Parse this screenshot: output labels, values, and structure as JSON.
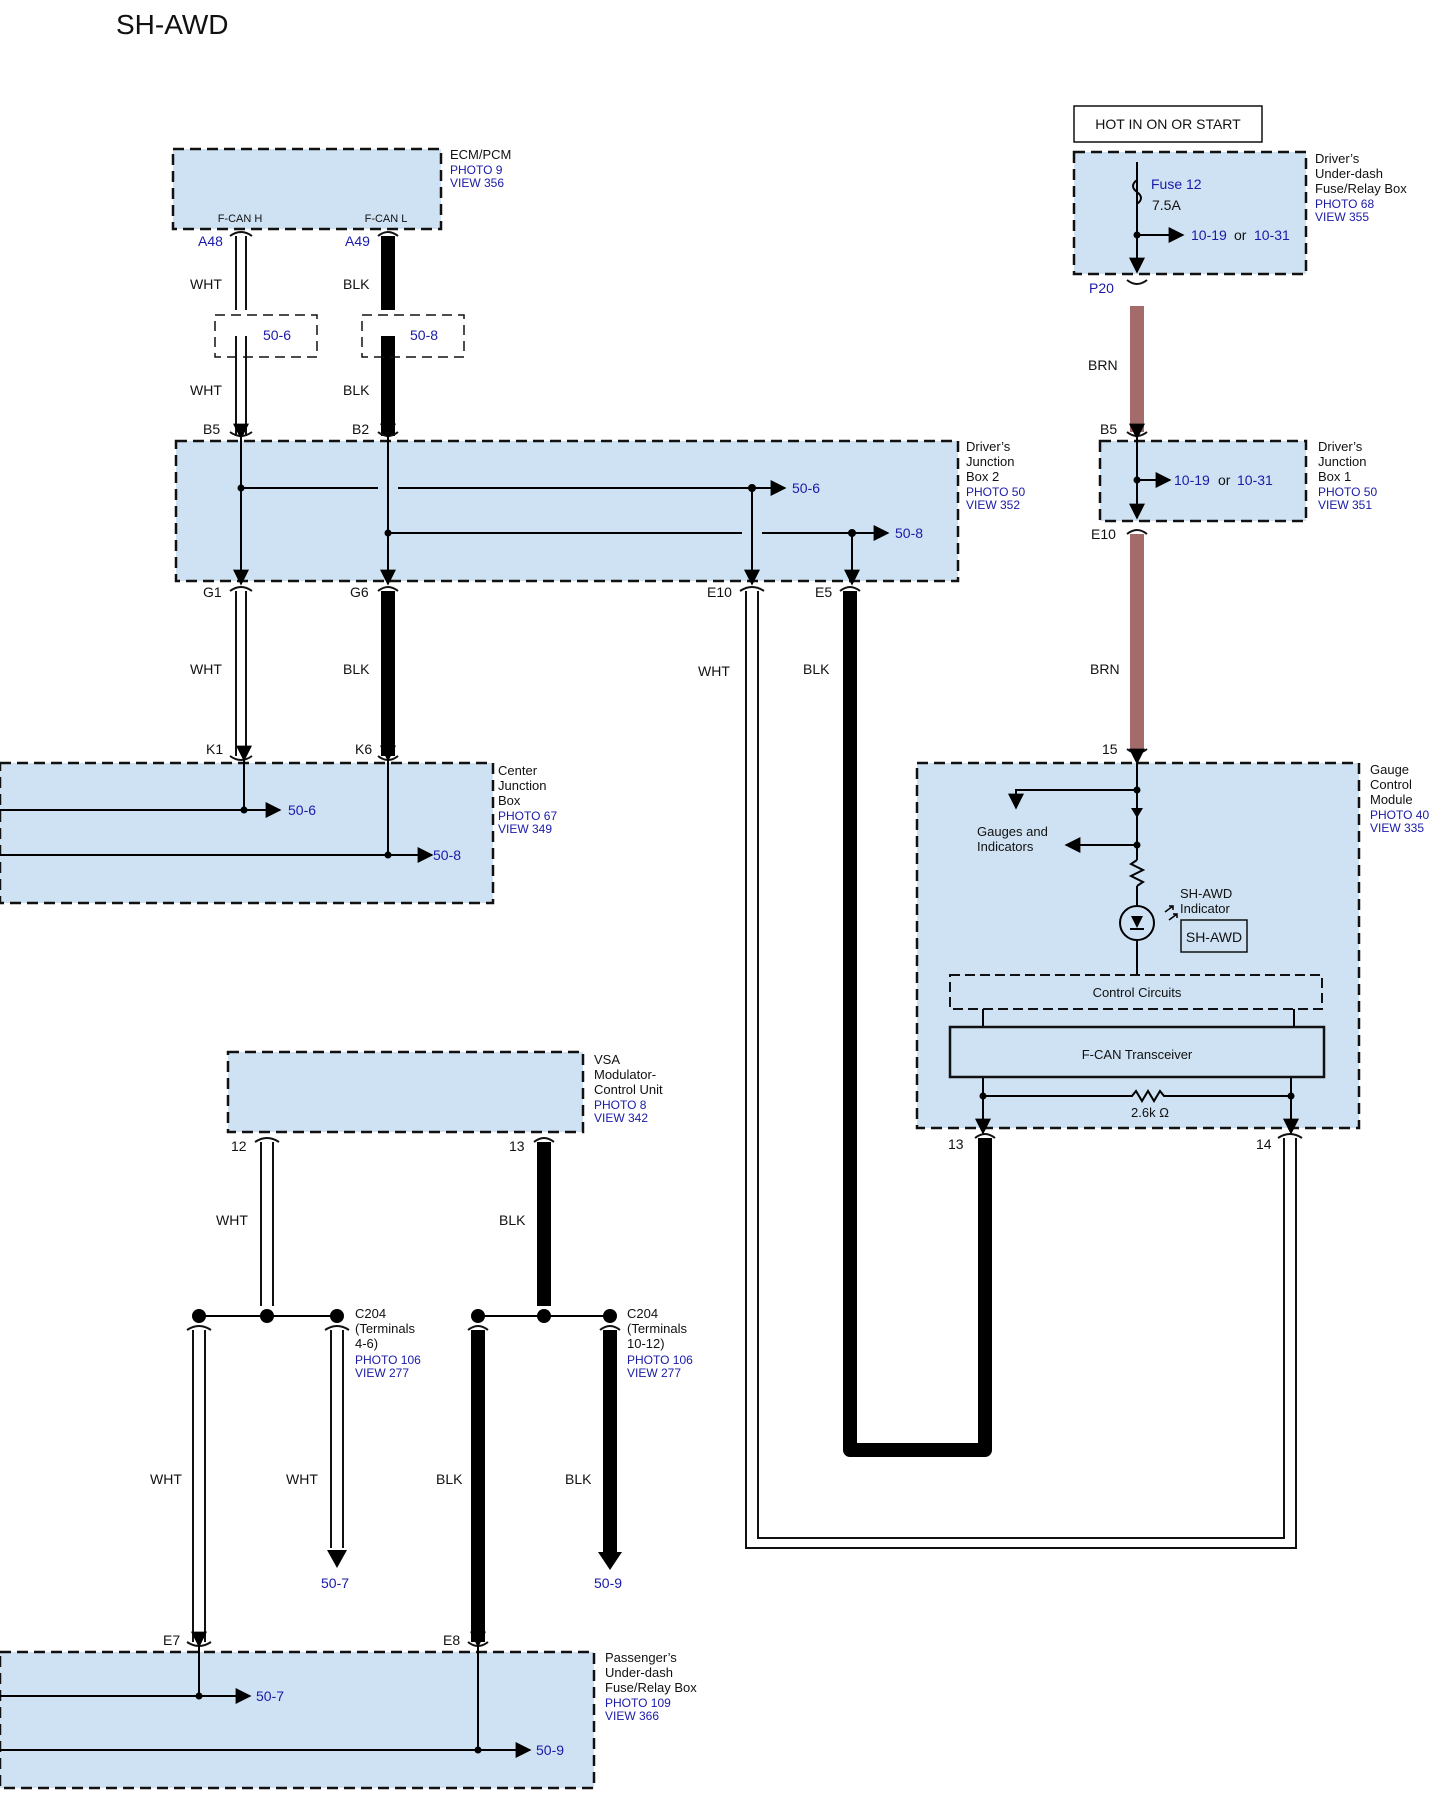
{
  "title": "SH-AWD",
  "power_label": "HOT IN ON OR START",
  "components": {
    "ecm": {
      "name": [
        "ECM/PCM"
      ],
      "refs": [
        "PHOTO 9",
        "VIEW 356"
      ],
      "pins": {
        "can_h": "F-CAN H",
        "can_l": "F-CAN L"
      }
    },
    "djb2": {
      "name": [
        "Driver’s",
        "Junction",
        "Box 2"
      ],
      "refs": [
        "PHOTO 50",
        "VIEW 352"
      ]
    },
    "cjb": {
      "name": [
        "Center",
        "Junction",
        "Box"
      ],
      "refs": [
        "PHOTO 67",
        "VIEW 349"
      ]
    },
    "vsa": {
      "name": [
        "VSA",
        "Modulator-",
        "Control Unit"
      ],
      "refs": [
        "PHOTO 8",
        "VIEW 342"
      ]
    },
    "pudf": {
      "name": [
        "Passenger’s",
        "Under-dash",
        "Fuse/Relay Box"
      ],
      "refs": [
        "PHOTO 109",
        "VIEW 366"
      ]
    },
    "dudf": {
      "name": [
        "Driver’s",
        "Under-dash",
        "Fuse/Relay Box"
      ],
      "refs": [
        "PHOTO 68",
        "VIEW 355"
      ],
      "fuse": "Fuse 12",
      "amp": "7.5A"
    },
    "djb1": {
      "name": [
        "Driver’s",
        "Junction",
        "Box 1"
      ],
      "refs": [
        "PHOTO 50",
        "VIEW 351"
      ]
    },
    "gcm": {
      "name": [
        "Gauge",
        "Control",
        "Module"
      ],
      "refs": [
        "PHOTO 40",
        "VIEW 335"
      ],
      "gauges": [
        "Gauges and",
        "Indicators"
      ],
      "indicator": [
        "SH-AWD",
        "Indicator"
      ],
      "badge": "SH-AWD",
      "control": "Control Circuits",
      "transceiver": "F-CAN Transceiver",
      "resistor": "2.6k Ω"
    },
    "c204a": {
      "name": [
        "C204",
        "(Terminals",
        "4-6)"
      ],
      "refs": [
        "PHOTO 106",
        "VIEW 277"
      ]
    },
    "c204b": {
      "name": [
        "C204",
        "(Terminals",
        "10-12)"
      ],
      "refs": [
        "PHOTO 106",
        "VIEW 277"
      ]
    }
  },
  "pins": {
    "ecm_h": "A48",
    "ecm_l": "A49",
    "djb2_b5": "B5",
    "djb2_b2": "B2",
    "djb2_g1": "G1",
    "djb2_g6": "G6",
    "djb2_e10": "E10",
    "djb2_e5": "E5",
    "cjb_k1": "K1",
    "cjb_k6": "K6",
    "vsa_12": "12",
    "vsa_13": "13",
    "pudf_e7": "E7",
    "pudf_e8": "E8",
    "dudf_p20": "P20",
    "djb1_b5": "B5",
    "djb1_e10": "E10",
    "gcm_15": "15",
    "gcm_13": "13",
    "gcm_14": "14"
  },
  "wire_colors": {
    "wht": "WHT",
    "blk": "BLK",
    "brn": "BRN"
  },
  "xrefs": {
    "r506": "50-6",
    "r508": "50-8",
    "r507": "50-7",
    "r509": "50-9",
    "r1019": "10-19",
    "r1031": "10-31",
    "or": "or"
  },
  "colors": {
    "box_fill": "#cfe2f3",
    "brn_wire": "#a46b6b",
    "link": "#1a1aa8"
  }
}
